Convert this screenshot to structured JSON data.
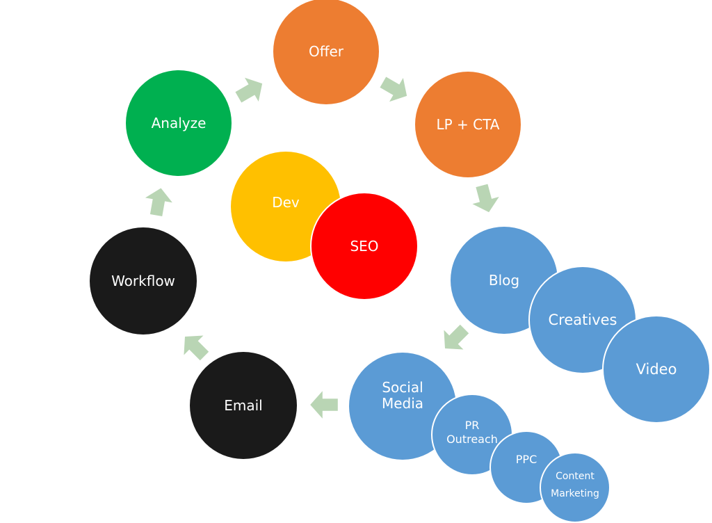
{
  "colors": {
    "orange": "#ED7D31",
    "green": "#00B050",
    "black": "#1A1A1A",
    "yellow": "#FFC000",
    "red": "#FF0000",
    "blue": "#5B9BD5",
    "arrow": "#B9D5B4"
  },
  "nodes": {
    "offer": "Offer",
    "lp_cta": "LP + CTA",
    "analyze": "Analyze",
    "dev": "Dev",
    "seo": "SEO",
    "workflow": "Workflow",
    "blog": "Blog",
    "creatives": "Creatives",
    "video": "Video",
    "social_media_line1": "Social",
    "social_media_line2": "Media",
    "email": "Email",
    "pr_line1": "PR",
    "pr_line2": "Outreach",
    "ppc": "PPC",
    "content_line1": "Content",
    "content_line2": "Marketing"
  },
  "arrow_icon": "arrow-icon"
}
